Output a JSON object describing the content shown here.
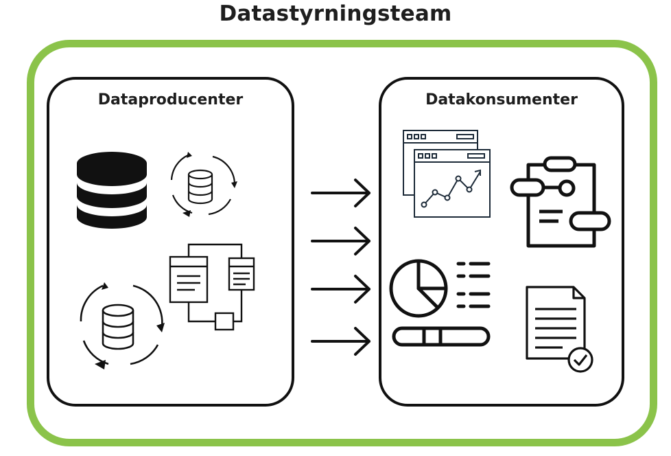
{
  "title": "Datastyrningsteam",
  "producers": {
    "label": "Dataproducenter",
    "icons": [
      "database-icon",
      "database-sync-icon",
      "data-flow-diagram-icon",
      "database-sync-icon"
    ]
  },
  "consumers": {
    "label": "Datakonsumenter",
    "icons": [
      "line-chart-report-icon",
      "flowchart-clipboard-icon",
      "pie-chart-dashboard-icon",
      "approved-document-icon"
    ]
  },
  "arrows": {
    "count": 4,
    "icon": "arrow-right-icon"
  },
  "colors": {
    "outer_border": "#8bc34a",
    "ink": "#111111",
    "background": "#ffffff"
  }
}
